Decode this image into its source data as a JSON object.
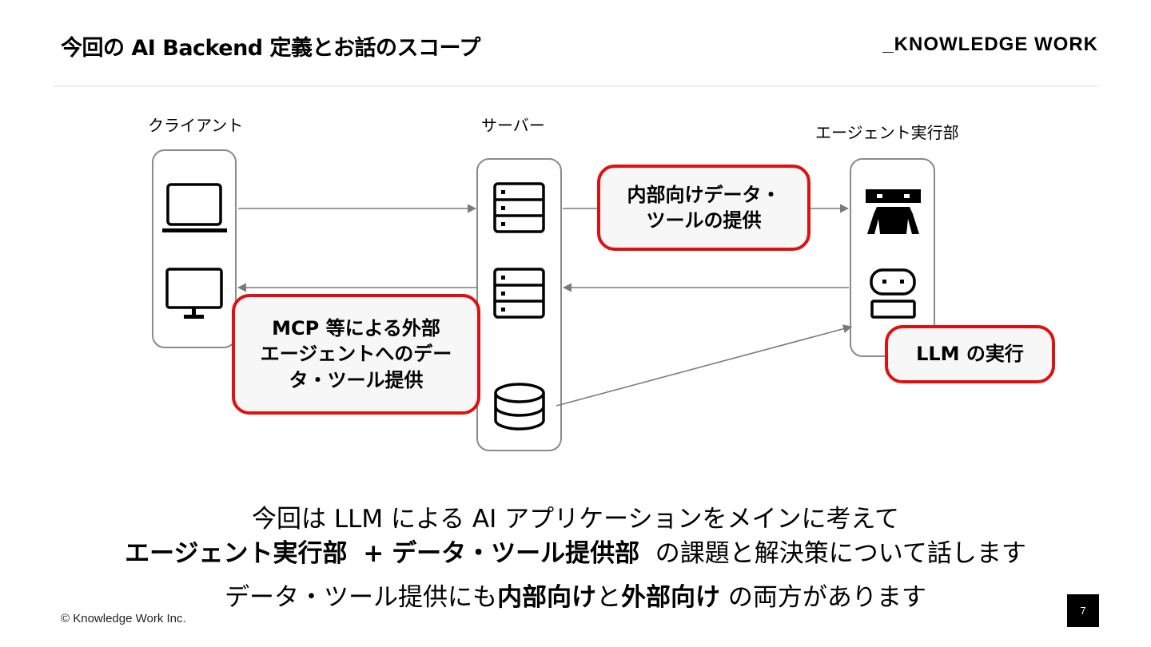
{
  "header": {
    "title": "今回の AI Backend 定義とお話のスコープ",
    "brand": "_KNOWLEDGE WORK"
  },
  "diagram": {
    "client_label": "クライアント",
    "server_label": "サーバー",
    "agent_label": "エージェント実行部",
    "callout_internal": "内部向けデータ・\nツールの提供",
    "callout_external": "MCP 等による外部\nエージェントへのデー\nタ・ツール提供",
    "callout_llm": "LLM の実行"
  },
  "summary": {
    "line1": "今回は LLM による AI アプリケーションをメインに考えて",
    "line2_bold1": "エージェント実行部",
    "line2_plus": "+",
    "line2_bold2": "データ・ツール提供部",
    "line2_rest": "の課題と解決策について話します",
    "line3_a": "データ・ツール提供にも",
    "line3_bold1": "内部向け",
    "line3_b": "と",
    "line3_bold2": "外部向け",
    "line3_c": "の両方があります"
  },
  "footer": {
    "copyright": "© Knowledge Work Inc.",
    "page": "7"
  },
  "colors": {
    "accent": "#e01010",
    "node_border": "#8a8a8a",
    "arrow": "#7a7a7a"
  }
}
